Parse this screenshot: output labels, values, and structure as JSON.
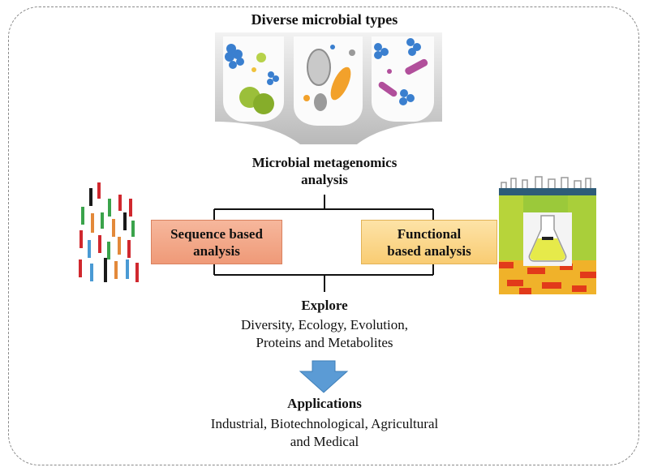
{
  "diagram": {
    "top_title": "Diverse microbial types",
    "center_title_line1": "Microbial metagenomics",
    "center_title_line2": "analysis",
    "box_sequence_line1": "Sequence based",
    "box_sequence_line2": "analysis",
    "box_functional_line1": "Functional",
    "box_functional_line2": "based analysis",
    "explore_heading": "Explore",
    "explore_line1": "Diversity, Ecology, Evolution,",
    "explore_line2": "Proteins and Metabolites",
    "applications_heading": "Applications",
    "applications_line1": "Industrial, Biotechnological, Agricultural",
    "applications_line2": "and Medical"
  },
  "colors": {
    "arrow": "#5b9bd5",
    "sequence_box": "#ef9a78",
    "functional_box": "#f9cc73"
  },
  "icons": [
    "microbe-funnel-illustration",
    "dna-sequence-reads-icon",
    "heatmap-flask-icon",
    "down-arrow-icon"
  ]
}
